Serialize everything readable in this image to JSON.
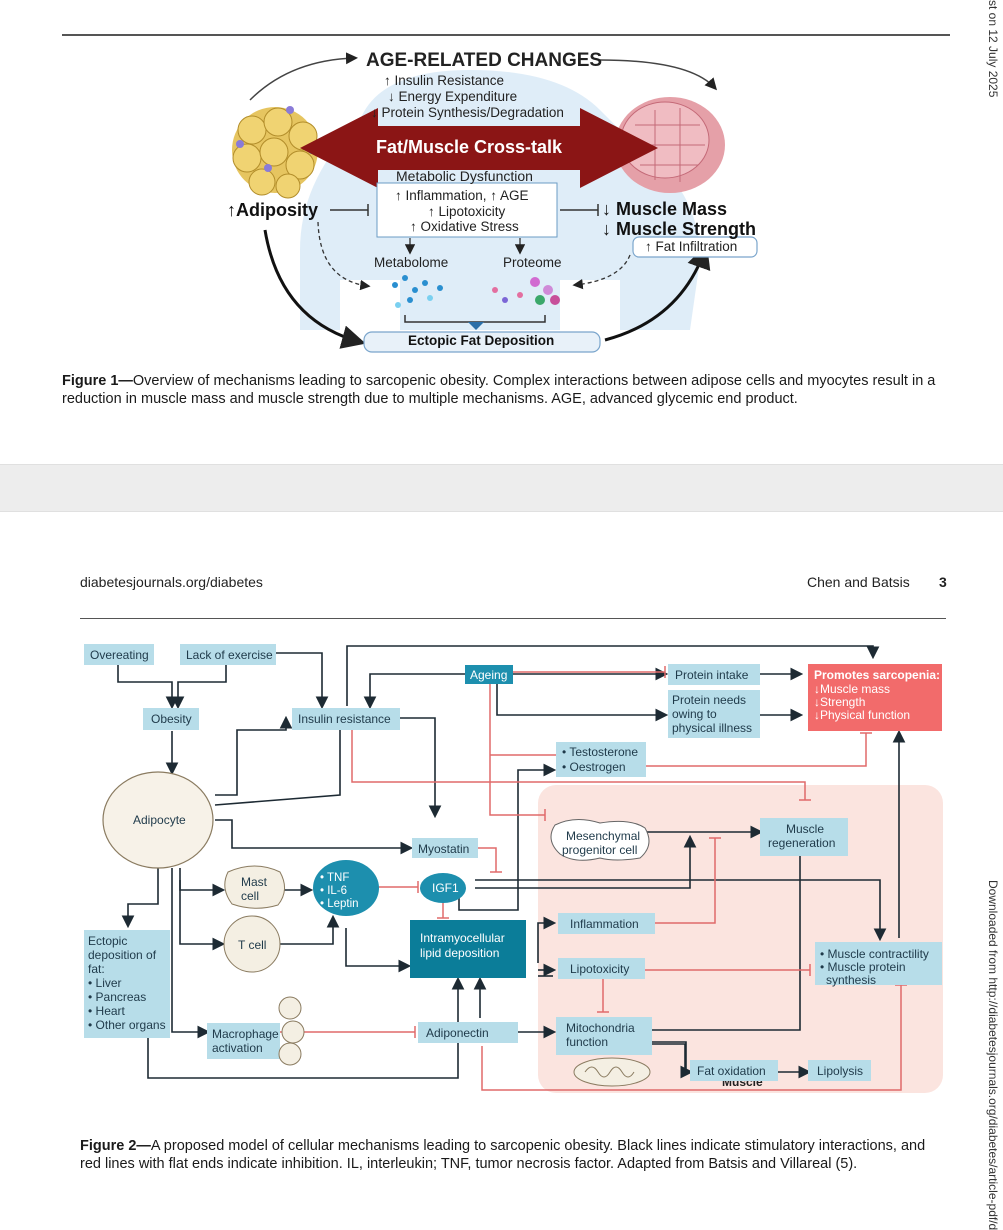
{
  "side_top": "st on 12 July 2025",
  "side_right": "Downloaded from http://diabetesjournals.org/diabetes/article-pdf/d",
  "fig1": {
    "title": "AGE-RELATED CHANGES",
    "changes": [
      "↑ Insulin Resistance",
      "↓ Energy Expenditure",
      "↓ Protein Synthesis/Degradation"
    ],
    "crosstalk": "Fat/Muscle Cross-talk",
    "dysfunction_title": "Metabolic Dysfunction",
    "dysfunction_items": [
      "↑ Inflammation, ↑ AGE",
      "↑ Lipotoxicity",
      "↑ Oxidative Stress"
    ],
    "adiposity": "↑Adiposity",
    "muscle_mass": "↓ Muscle Mass",
    "muscle_strength": "↓ Muscle Strength",
    "fat_infiltration": "↑ Fat Infiltration",
    "metabolome": "Metabolome",
    "proteome": "Proteome",
    "ectopic": "Ectopic Fat Deposition",
    "caption_label": "Figure 1—",
    "caption_text": "Overview of mechanisms leading to sarcopenic obesity. Complex interactions between adipose cells and myocytes result in a reduction in muscle mass and muscle strength due to multiple mechanisms. AGE, advanced glycemic end product."
  },
  "header": {
    "left": "diabetesjournals.org/diabetes",
    "authors": "Chen and Batsis",
    "page": "3"
  },
  "fig2": {
    "overeating": "Overeating",
    "lack_exercise": "Lack of exercise",
    "obesity": "Obesity",
    "insulin_resistance": "Insulin resistance",
    "ageing": "Ageing",
    "protein_intake": "Protein intake",
    "protein_needs": [
      "Protein needs",
      "owing to",
      "physical illness"
    ],
    "promotes_title": "Promotes sarcopenia:",
    "promotes_items": [
      "↓Muscle mass",
      "↓Strength",
      "↓Physical function"
    ],
    "hormones": [
      "• Testosterone",
      "• Oestrogen"
    ],
    "adipocyte": "Adipocyte",
    "myostatin": "Myostatin",
    "mesenchymal": [
      "Mesenchymal",
      "progenitor cell"
    ],
    "muscle_regen": [
      "Muscle",
      "regeneration"
    ],
    "mast_cell": [
      "Mast",
      "cell"
    ],
    "cytokines": [
      "• TNF",
      "• IL-6",
      "• Leptin"
    ],
    "igf1": "IGF1",
    "tcell": "T cell",
    "imcl": [
      "Intramyocellular",
      "lipid deposition"
    ],
    "inflammation": "Inflammation",
    "lipotoxicity": "Lipotoxicity",
    "contractility": [
      "• Muscle contractility",
      "• Muscle protein",
      "  synthesis"
    ],
    "ectopic": [
      "Ectopic",
      "deposition of",
      "fat:",
      "• Liver",
      "• Pancreas",
      "• Heart",
      "• Other organs"
    ],
    "macrophage": [
      "Macrophage",
      "activation"
    ],
    "adiponectin": "Adiponectin",
    "mito": [
      "Mitochondria",
      "function"
    ],
    "fat_oxidation": "Fat oxidation",
    "lipolysis": "Lipolysis",
    "muscle_label": "Muscle",
    "caption_label": "Figure 2—",
    "caption_text": "A proposed model of cellular mechanisms leading to sarcopenic obesity. Black lines indicate stimulatory interactions, and red lines with flat ends indicate inhibition. IL, interleukin; TNF, tumor necrosis factor. Adapted from Batsis and Villareal (5)."
  },
  "colors": {
    "box": "#b7dde9",
    "teal": "#1d8fae",
    "red_box": "#f26b6b",
    "muscle_bg": "#fbe4df",
    "banner": "#8b1515"
  }
}
